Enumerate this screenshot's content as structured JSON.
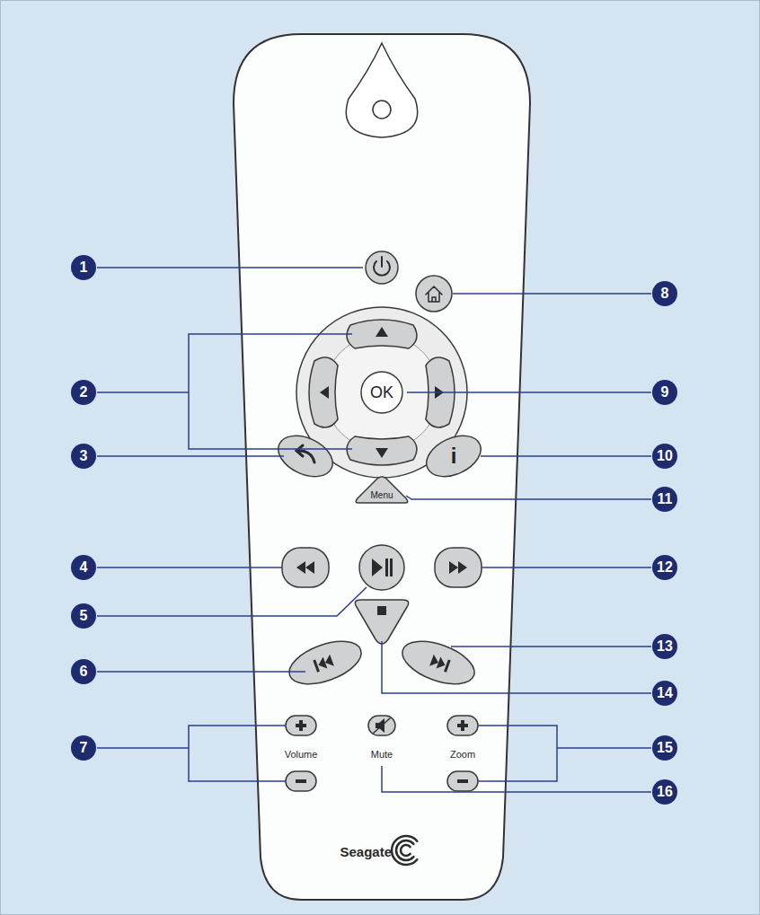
{
  "diagram": {
    "nodes": [
      {
        "text": [
          "OK"
        ]
      },
      {
        "text": [
          "Menu"
        ]
      },
      {
        "text": [
          "i"
        ]
      }
    ],
    "labels": [
      "1",
      "8",
      "2",
      "9",
      "3",
      "10",
      "11",
      "4",
      "12",
      "5",
      "13",
      "6",
      "14",
      "7",
      "Volume",
      "Mute",
      "Zoom",
      "15",
      "16",
      "Seagate"
    ]
  }
}
